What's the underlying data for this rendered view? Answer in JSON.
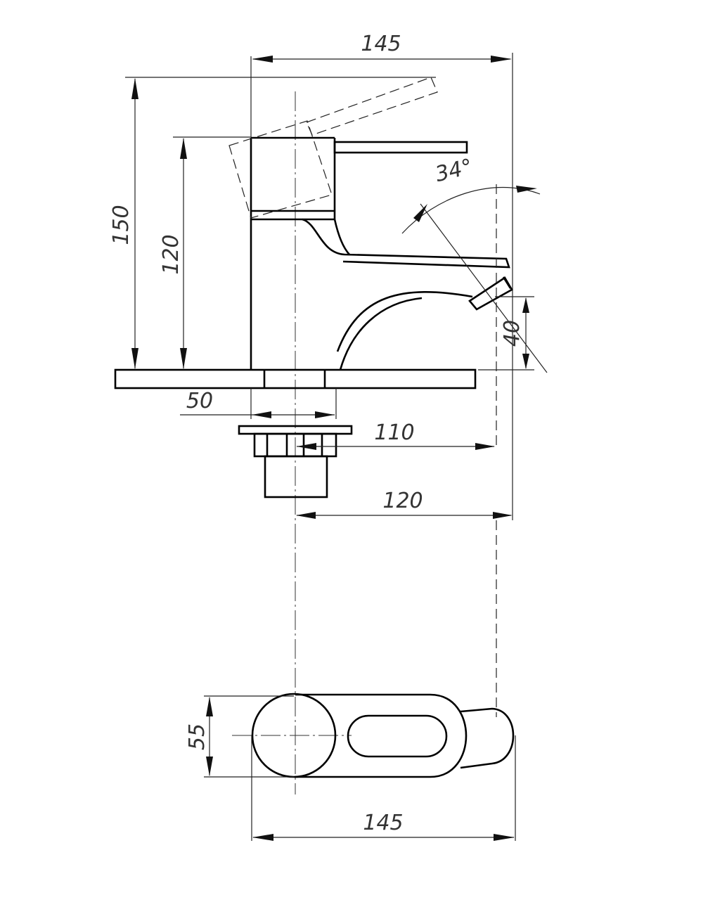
{
  "dimensions": {
    "overall_width_top": "145",
    "total_height": "150",
    "body_height": "120",
    "lever_angle": "34°",
    "spout_height": "40",
    "shank_width": "50",
    "spout_reach": "110",
    "axis_to_end": "120",
    "top_view_depth": "55",
    "overall_width_bottom": "145"
  },
  "colors": {
    "line": "#000000",
    "background": "#ffffff"
  }
}
